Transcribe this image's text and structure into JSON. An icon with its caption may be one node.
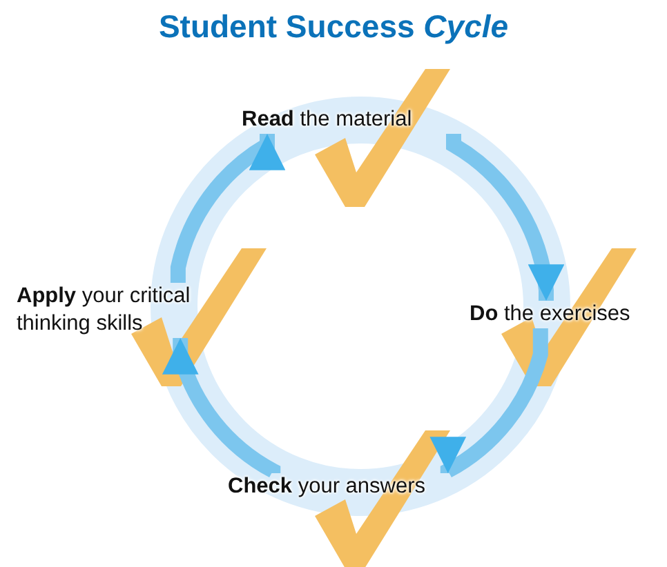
{
  "diagram": {
    "title": "Student Success *Cycle*",
    "nodes": [
      {
        "text": [
          "**Read** the material"
        ]
      },
      {
        "text": [
          "**Do** the exercises"
        ]
      },
      {
        "text": [
          "**Check** your answers"
        ]
      },
      {
        "text": [
          "**Apply** your critical thinking skills"
        ]
      }
    ],
    "edges": [
      {
        "from": 3,
        "to": 0,
        "arrow": "to"
      },
      {
        "from": 0,
        "to": 1,
        "arrow": "to"
      },
      {
        "from": 1,
        "to": 2,
        "arrow": "to"
      },
      {
        "from": 2,
        "to": 3,
        "arrow": "to"
      }
    ]
  }
}
